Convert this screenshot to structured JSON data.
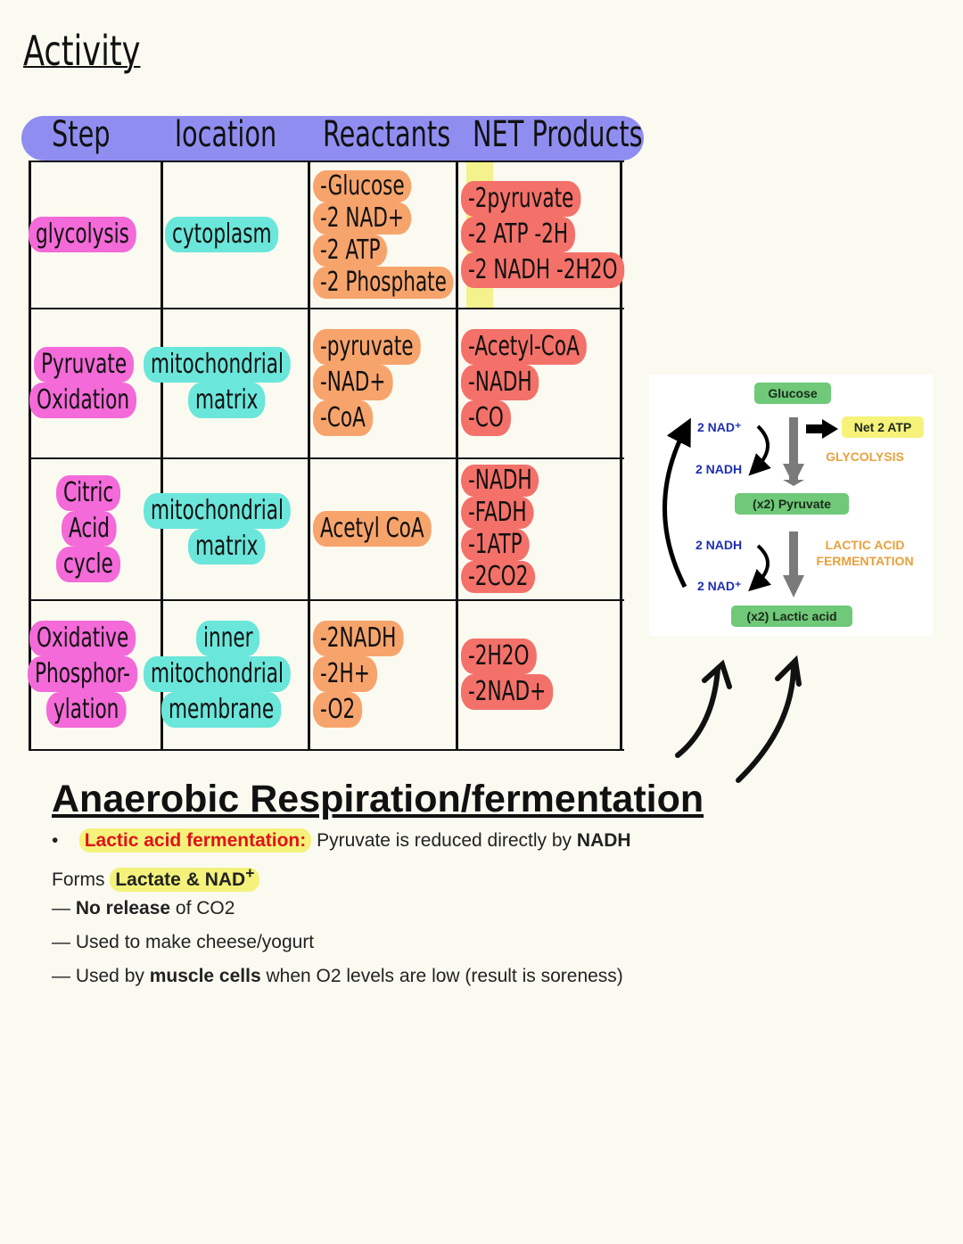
{
  "title": "Activity",
  "table": {
    "headers": [
      "Step",
      "location",
      "Reactants",
      "NET Products"
    ],
    "rows": [
      {
        "step": [
          "glycolysis"
        ],
        "location": [
          "cytoplasm"
        ],
        "reactants": [
          "-Glucose",
          "-2 NAD+",
          "-2 ATP",
          "-2 Phosphate"
        ],
        "products": [
          "-2pyruvate",
          "-2 ATP -2H",
          "-2 NADH -2H2O"
        ]
      },
      {
        "step": [
          "Pyruvate",
          "Oxidation"
        ],
        "location": [
          "mitochondrial",
          "matrix"
        ],
        "reactants": [
          "-pyruvate",
          "-NAD+",
          "-CoA"
        ],
        "products": [
          "-Acetyl-CoA",
          "-NADH",
          "-CO"
        ]
      },
      {
        "step": [
          "Citric",
          "Acid",
          "cycle"
        ],
        "location": [
          "mitochondrial",
          "matrix"
        ],
        "reactants": [
          "Acetyl CoA"
        ],
        "products": [
          "-NADH",
          "-FADH",
          "-1ATP",
          "-2CO2"
        ]
      },
      {
        "step": [
          "Oxidative",
          "Phosphor-",
          "ylation"
        ],
        "location": [
          "inner",
          "mitochondrial",
          "membrane"
        ],
        "reactants": [
          "-2NADH",
          "-2H+",
          "-O2"
        ],
        "products": [
          "-2H2O",
          "-2NAD+"
        ]
      }
    ]
  },
  "diagram": {
    "glucose": "Glucose",
    "nad1": "2 NAD⁺",
    "nadh1": "2 NADH",
    "net_atp": "Net 2 ATP",
    "glycolysis": "GLYCOLYSIS",
    "pyruvate": "(x2) Pyruvate",
    "nadh2": "2 NADH",
    "nad2": "2 NAD⁺",
    "lactic_label1": "LACTIC ACID",
    "lactic_label2": "FERMENTATION",
    "lactic": "(x2) Lactic acid"
  },
  "notes": {
    "heading": "Anaerobic Respiration/fermentation",
    "bullet": "•",
    "l1_hl": "Lactic acid fermentation:",
    "l1_rest": " Pyruvate is reduced directly by ",
    "l1_bold": "NADH",
    "l2_a": "Forms ",
    "l2_hl": "Lactate & NAD",
    "l2_sup": "+",
    "l3_dash": "— ",
    "l3_bold": "No release",
    "l3_rest": " of CO2",
    "l4": "— Used to make cheese/yogurt",
    "l5_a": "— Used by ",
    "l5_bold": "muscle cells",
    "l5_rest": " when O2 levels are low (result is soreness)"
  },
  "colors": {
    "step": "#f36ad8",
    "location": "#6be6da",
    "reactants": "#f7a46c",
    "products": "#f37169",
    "header": "#8f8ef0"
  }
}
